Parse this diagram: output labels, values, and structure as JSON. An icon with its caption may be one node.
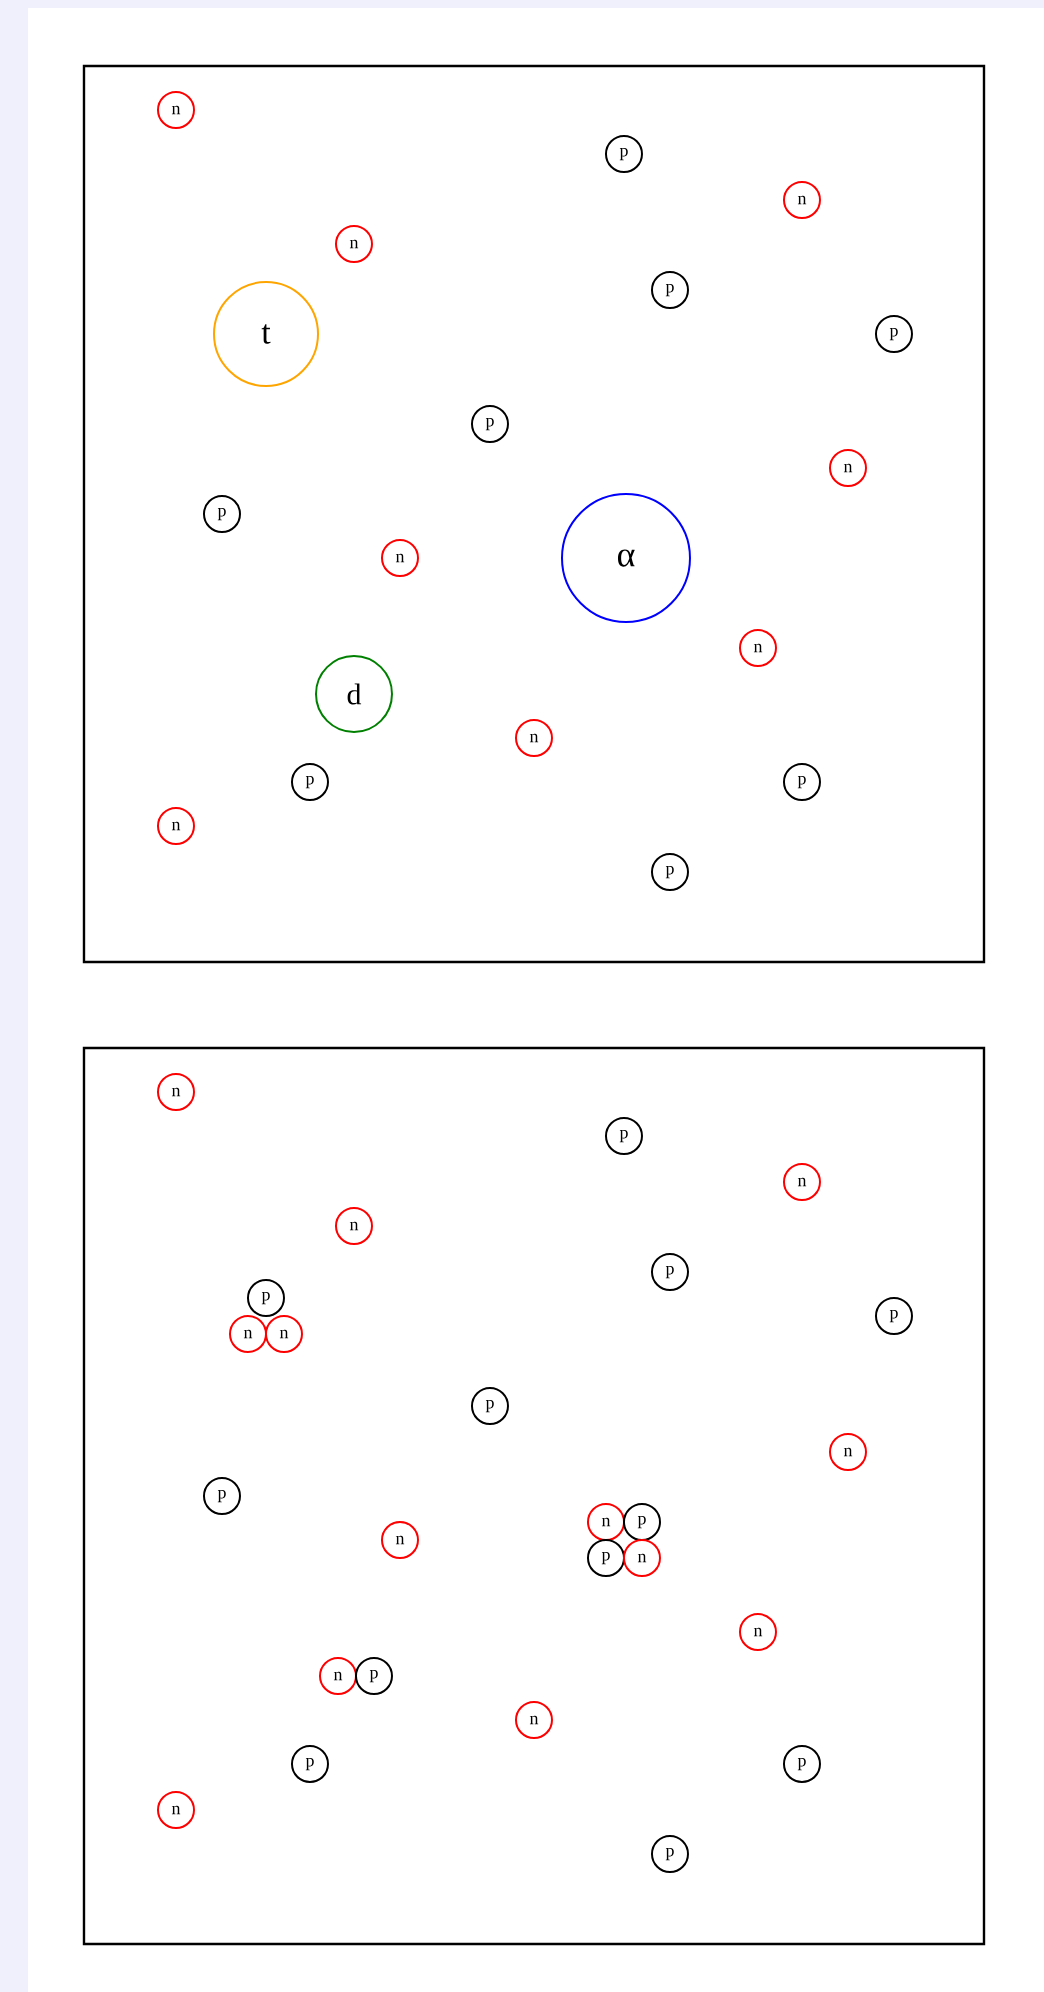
{
  "diagram": {
    "nodes": [
      {
        "text": [],
        "shape": "box"
      },
      {
        "text": [
          "n"
        ],
        "in": 0
      },
      {
        "text": [
          "p"
        ],
        "in": 0
      },
      {
        "text": [
          "n"
        ],
        "in": 0
      },
      {
        "text": [
          "n"
        ],
        "in": 0
      },
      {
        "text": [
          "p"
        ],
        "in": 0
      },
      {
        "text": [
          "t"
        ],
        "in": 0
      },
      {
        "text": [
          "p"
        ],
        "in": 0
      },
      {
        "text": [
          "p"
        ],
        "in": 0
      },
      {
        "text": [
          "n"
        ],
        "in": 0
      },
      {
        "text": [
          "p"
        ],
        "in": 0
      },
      {
        "text": [
          "n"
        ],
        "in": 0
      },
      {
        "text": [
          "α"
        ],
        "in": 0
      },
      {
        "text": [
          "n"
        ],
        "in": 0
      },
      {
        "text": [
          "d"
        ],
        "in": 0
      },
      {
        "text": [
          "n"
        ],
        "in": 0
      },
      {
        "text": [
          "p"
        ],
        "in": 0
      },
      {
        "text": [
          "p"
        ],
        "in": 0
      },
      {
        "text": [
          "n"
        ],
        "in": 0
      },
      {
        "text": [
          "p"
        ],
        "in": 0
      },
      {
        "text": [],
        "shape": "box"
      },
      {
        "text": [
          "n"
        ],
        "in": 20
      },
      {
        "text": [
          "p"
        ],
        "in": 20
      },
      {
        "text": [
          "n"
        ],
        "in": 20
      },
      {
        "text": [
          "n"
        ],
        "in": 20
      },
      {
        "text": [
          "p"
        ],
        "in": 20
      },
      {
        "text": [
          "p"
        ],
        "in": 20
      },
      {
        "text": [
          "n"
        ],
        "in": 20
      },
      {
        "text": [
          "n"
        ],
        "in": 20
      },
      {
        "text": [
          "p"
        ],
        "in": 20
      },
      {
        "text": [
          "p"
        ],
        "in": 20
      },
      {
        "text": [
          "n"
        ],
        "in": 20
      },
      {
        "text": [
          "p"
        ],
        "in": 20
      },
      {
        "text": [
          "n"
        ],
        "in": 20
      },
      {
        "text": [
          "n"
        ],
        "in": 20
      },
      {
        "text": [
          "p"
        ],
        "in": 20
      },
      {
        "text": [
          "p"
        ],
        "in": 20
      },
      {
        "text": [
          "n"
        ],
        "in": 20
      },
      {
        "text": [
          "n"
        ],
        "in": 20
      },
      {
        "text": [
          "n"
        ],
        "in": 20
      },
      {
        "text": [
          "p"
        ],
        "in": 20
      },
      {
        "text": [
          "n"
        ],
        "in": 20
      },
      {
        "text": [
          "p"
        ],
        "in": 20
      },
      {
        "text": [
          "p"
        ],
        "in": 20
      },
      {
        "text": [
          "n"
        ],
        "in": 20
      },
      {
        "text": [
          "p"
        ],
        "in": 20
      }
    ]
  }
}
